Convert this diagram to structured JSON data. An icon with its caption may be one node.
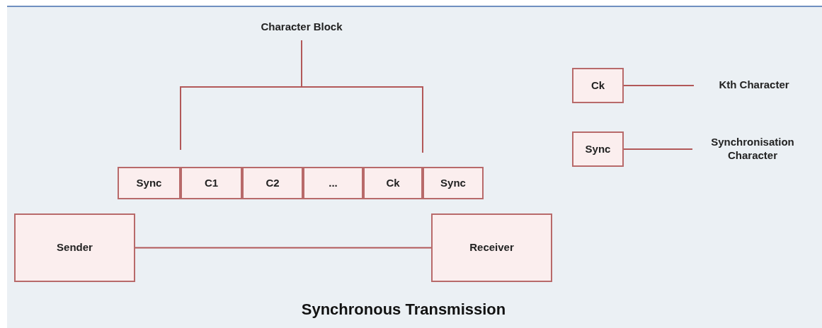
{
  "diagram": {
    "caption": "Synchronous Transmission",
    "nodes": [
      {
        "text": [
          "Sync"
        ]
      },
      {
        "text": [
          "C1"
        ]
      },
      {
        "text": [
          "C2"
        ]
      },
      {
        "text": [
          "..."
        ]
      },
      {
        "text": [
          "Ck"
        ]
      },
      {
        "text": [
          "Sync"
        ]
      },
      {
        "text": [
          "Sender"
        ]
      },
      {
        "text": [
          "Receiver"
        ]
      },
      {
        "text": [
          "Ck"
        ]
      },
      {
        "text": [
          "Kth Character"
        ]
      },
      {
        "text": [
          "Sync"
        ]
      },
      {
        "text": [
          "Synchronisation Character"
        ]
      }
    ],
    "edges": [
      {
        "from": 6,
        "to": 7,
        "arrow": "none"
      },
      {
        "from": 8,
        "to": 9,
        "arrow": "none"
      },
      {
        "from": 10,
        "to": 11,
        "arrow": "none"
      }
    ],
    "labels": [
      "Character Block"
    ]
  }
}
